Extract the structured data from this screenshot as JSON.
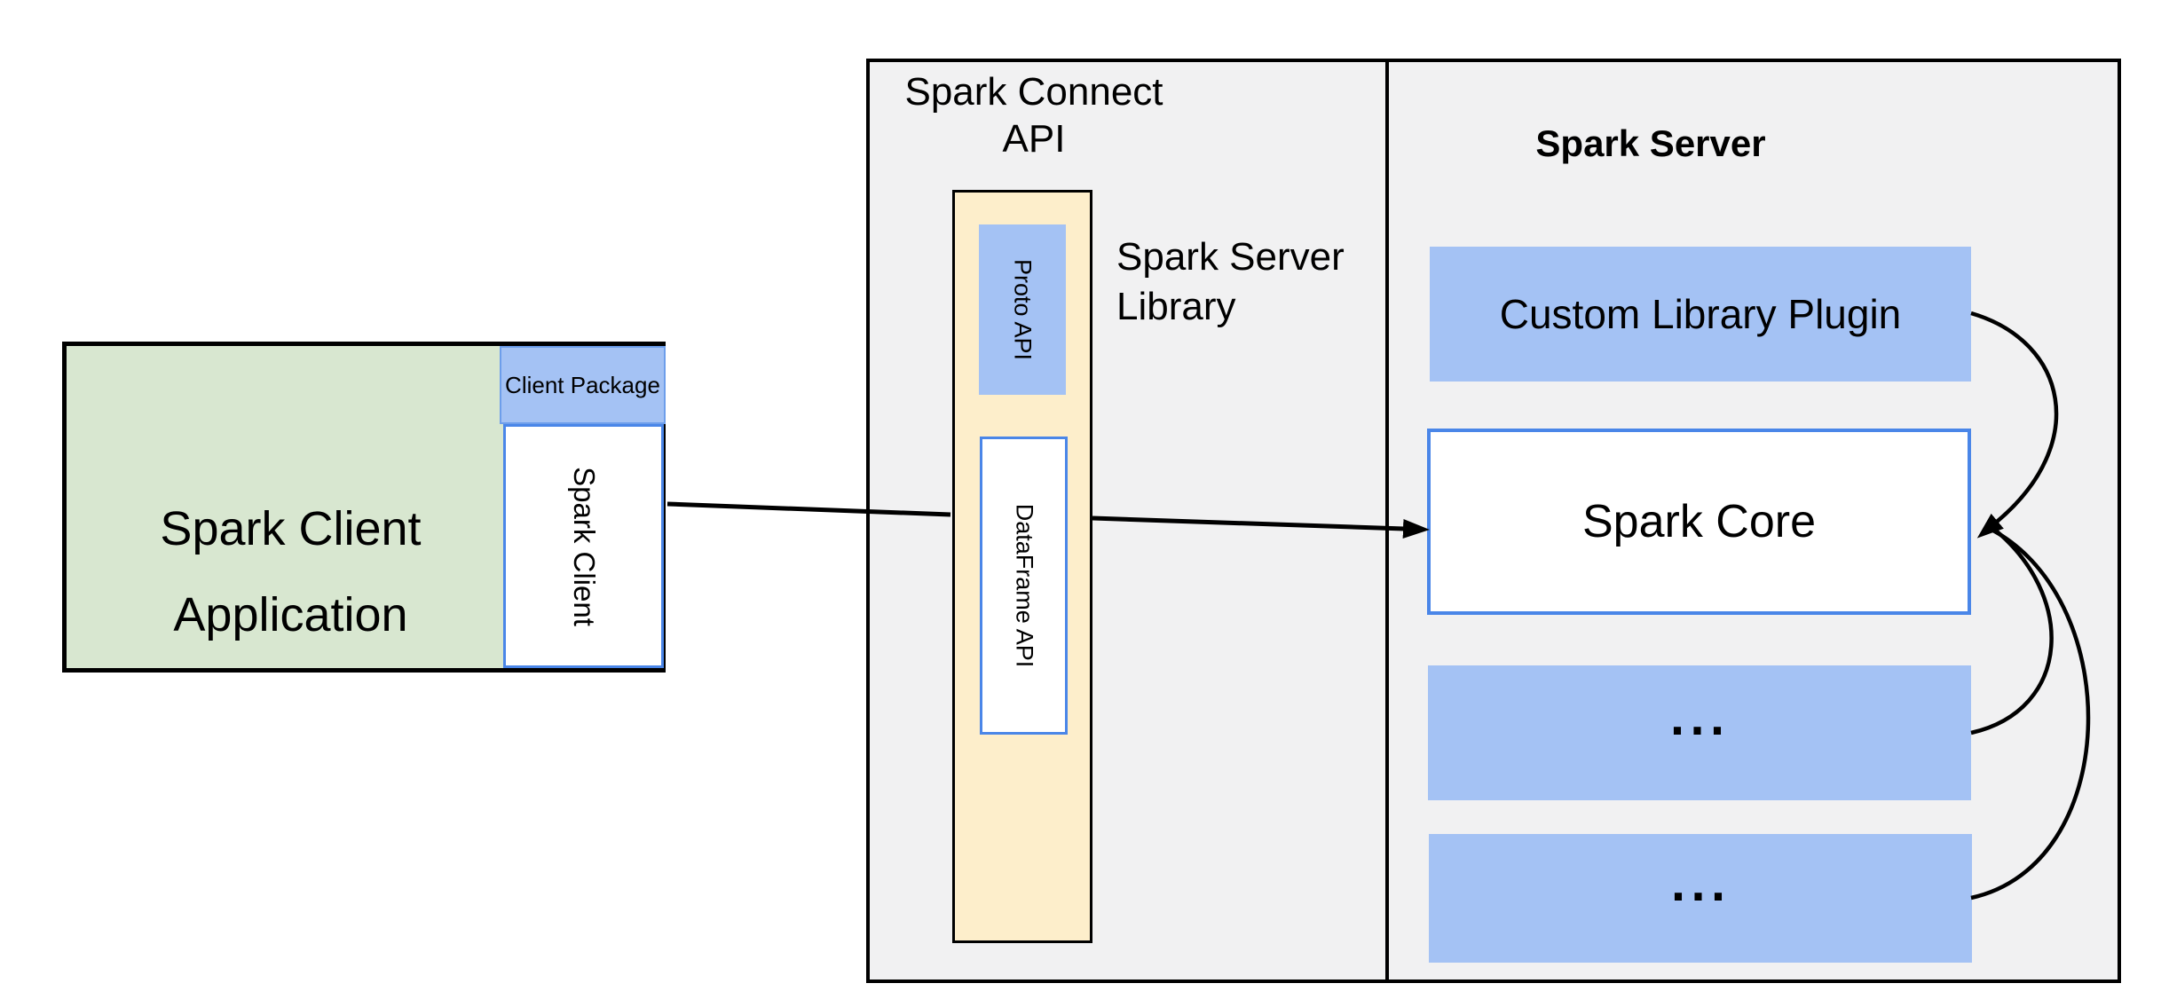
{
  "colors": {
    "bg": "#ffffff",
    "line": "#000000",
    "gray-fill": "#f1f1f2",
    "green-fill": "#d8e7d0",
    "blue-fill": "#a4c2f4",
    "blue-border": "#4a86e8",
    "package-border": "#6d9eeb",
    "yellow-fill": "#fdeecb"
  },
  "client": {
    "application_label": "Spark Client Application",
    "package_label": "Client Package",
    "spark_client_label": "Spark Client"
  },
  "connect_api": {
    "title": "Spark Connect API",
    "proto_api_label": "Proto API",
    "dataframe_api_label": "DataFrame API",
    "server_library_label": "Spark Server Library"
  },
  "server": {
    "title": "Spark Server",
    "custom_plugin_label": "Custom Library Plugin",
    "spark_core_label": "Spark Core",
    "plugin_slot_1_label": "...",
    "plugin_slot_2_label": "..."
  }
}
